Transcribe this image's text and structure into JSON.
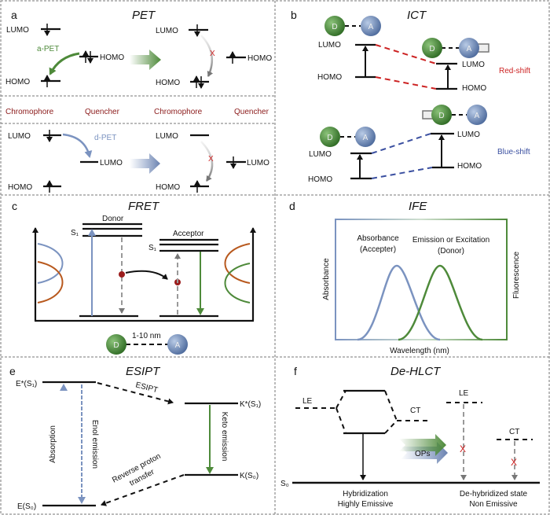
{
  "colors": {
    "green": "#4e8a3a",
    "blue": "#7b93c0",
    "red": "#cc2222",
    "darkred": "#8b1a1a",
    "orange": "#b8591e"
  },
  "a": {
    "letter": "a",
    "title": "PET",
    "lumo": "LUMO",
    "homo": "HOMO",
    "apet": "a-PET",
    "dpet": "d-PET",
    "row": [
      "Chromophore",
      "Quencher",
      "Chromophore",
      "Quencher"
    ],
    "x": "X"
  },
  "b": {
    "letter": "b",
    "title": "ICT",
    "d": "D",
    "a": "A",
    "lumo": "LUMO",
    "homo": "HOMO",
    "red_shift": "Red-shift",
    "blue_shift": "Blue-shift"
  },
  "c": {
    "letter": "c",
    "title": "FRET",
    "donor": "Donor",
    "acceptor": "Acceptor",
    "s1": "S₁",
    "d": "D",
    "a": "A",
    "distance": "1-10 nm"
  },
  "d": {
    "letter": "d",
    "title": "IFE",
    "absorbance_label": [
      "Absorbance",
      "(Accepter)"
    ],
    "emission_label": [
      "Emission or Excitation",
      "(Donor)"
    ],
    "y_left": "Absorbance",
    "y_right": "Fluorescence",
    "x_label": "Wavelength (nm)"
  },
  "e": {
    "letter": "e",
    "title": "ESIPT",
    "es1": "E*(S₁)",
    "es0": "E(S₀)",
    "ks1": "K*(S₁)",
    "ks0": "K(S₀)",
    "esipt": "ESIPT",
    "absorption": "Absorption",
    "enol": "Enol emission",
    "keto": "Keto emission",
    "reverse": [
      "Reverse proton",
      "transfer"
    ]
  },
  "f": {
    "letter": "f",
    "title": "De-HLCT",
    "le": "LE",
    "ct": "CT",
    "s0": "S₀",
    "ops": "OPs",
    "x": "X",
    "hybrid": [
      "Hybridization",
      "Highly Emissive"
    ],
    "dehybrid": [
      "De-hybridized state",
      "Non Emissive"
    ]
  }
}
